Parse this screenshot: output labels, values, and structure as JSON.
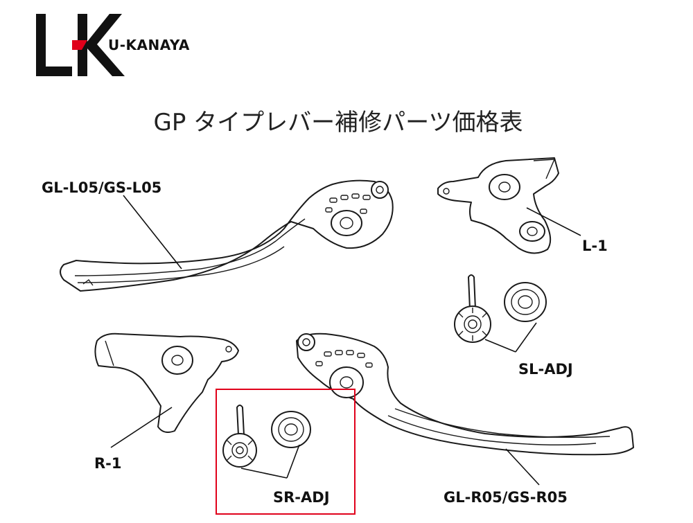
{
  "logo": {
    "text": "U-KANAYA",
    "accent_color": "#e0001a"
  },
  "title": "GP タイプレバー補修パーツ価格表",
  "labels": {
    "gl_l05": "GL-L05/GS-L05",
    "l1": "L-1",
    "sl_adj": "SL-ADJ",
    "r1": "R-1",
    "sr_adj": "SR-ADJ",
    "gl_r05": "GL-R05/GS-R05"
  },
  "highlight_color": "#e0001a"
}
